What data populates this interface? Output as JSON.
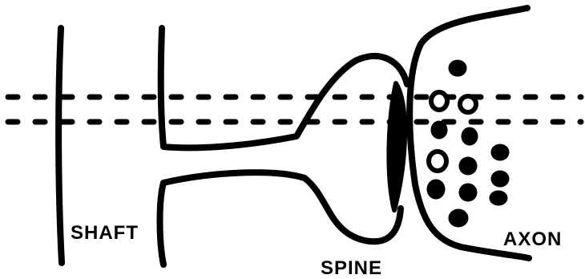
{
  "labels": {
    "shaft": "SHAFT",
    "spine": "SPINE",
    "axon": "AXON"
  },
  "colors": {
    "ink": "#000000",
    "paper": "#ffffff"
  }
}
